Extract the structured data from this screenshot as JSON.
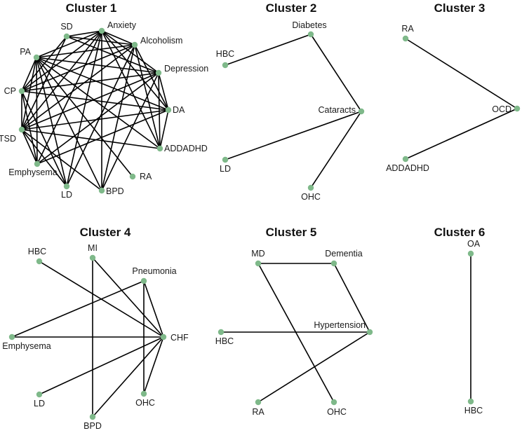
{
  "colors": {
    "node": "#7fb98a",
    "edge": "#000000",
    "text": "#111111"
  },
  "clusters": [
    {
      "title": "Cluster 1",
      "nodes": [
        "Anxiety",
        "SD",
        "Alcoholism",
        "PA",
        "Depression",
        "CP",
        "DA",
        "PTSD",
        "ADDADHD",
        "Emphysema",
        "RA",
        "LD",
        "BPD"
      ],
      "edges": [
        [
          "Anxiety",
          "SD"
        ],
        [
          "Anxiety",
          "Alcoholism"
        ],
        [
          "Anxiety",
          "PA"
        ],
        [
          "Anxiety",
          "Depression"
        ],
        [
          "Anxiety",
          "CP"
        ],
        [
          "Anxiety",
          "DA"
        ],
        [
          "Anxiety",
          "PTSD"
        ],
        [
          "Anxiety",
          "ADDADHD"
        ],
        [
          "Anxiety",
          "Emphysema"
        ],
        [
          "Anxiety",
          "LD"
        ],
        [
          "Anxiety",
          "BPD"
        ],
        [
          "SD",
          "Alcoholism"
        ],
        [
          "SD",
          "CP"
        ],
        [
          "SD",
          "PTSD"
        ],
        [
          "SD",
          "Depression"
        ],
        [
          "Alcoholism",
          "PA"
        ],
        [
          "Alcoholism",
          "CP"
        ],
        [
          "Alcoholism",
          "DA"
        ],
        [
          "Alcoholism",
          "PTSD"
        ],
        [
          "Alcoholism",
          "ADDADHD"
        ],
        [
          "Alcoholism",
          "BPD"
        ],
        [
          "Alcoholism",
          "LD"
        ],
        [
          "PA",
          "Depression"
        ],
        [
          "PA",
          "DA"
        ],
        [
          "PA",
          "PTSD"
        ],
        [
          "PA",
          "CP"
        ],
        [
          "PA",
          "Emphysema"
        ],
        [
          "PA",
          "BPD"
        ],
        [
          "PA",
          "LD"
        ],
        [
          "PA",
          "RA"
        ],
        [
          "PA",
          "ADDADHD"
        ],
        [
          "Depression",
          "CP"
        ],
        [
          "Depression",
          "PTSD"
        ],
        [
          "Depression",
          "DA"
        ],
        [
          "Depression",
          "BPD"
        ],
        [
          "Depression",
          "Emphysema"
        ],
        [
          "Depression",
          "ADDADHD"
        ],
        [
          "CP",
          "PTSD"
        ],
        [
          "CP",
          "DA"
        ],
        [
          "CP",
          "Emphysema"
        ],
        [
          "CP",
          "LD"
        ],
        [
          "DA",
          "PTSD"
        ],
        [
          "DA",
          "ADDADHD"
        ],
        [
          "DA",
          "Emphysema"
        ],
        [
          "PTSD",
          "ADDADHD"
        ],
        [
          "PTSD",
          "Emphysema"
        ],
        [
          "PTSD",
          "BPD"
        ],
        [
          "PTSD",
          "LD"
        ]
      ]
    },
    {
      "title": "Cluster 2",
      "nodes": [
        "Diabetes",
        "HBC",
        "Cataracts",
        "LD",
        "OHC"
      ],
      "edges": [
        [
          "Diabetes",
          "HBC"
        ],
        [
          "Diabetes",
          "Cataracts"
        ],
        [
          "Cataracts",
          "LD"
        ],
        [
          "Cataracts",
          "OHC"
        ]
      ]
    },
    {
      "title": "Cluster 3",
      "nodes": [
        "RA",
        "OCD",
        "ADDADHD"
      ],
      "edges": [
        [
          "RA",
          "OCD"
        ],
        [
          "OCD",
          "ADDADHD"
        ]
      ]
    },
    {
      "title": "Cluster 4",
      "nodes": [
        "MI",
        "HBC",
        "Pneumonia",
        "Emphysema",
        "CHF",
        "LD",
        "OHC",
        "BPD"
      ],
      "edges": [
        [
          "MI",
          "CHF"
        ],
        [
          "MI",
          "BPD"
        ],
        [
          "HBC",
          "CHF"
        ],
        [
          "Pneumonia",
          "Emphysema"
        ],
        [
          "Pneumonia",
          "OHC"
        ],
        [
          "Pneumonia",
          "CHF"
        ],
        [
          "Emphysema",
          "CHF"
        ],
        [
          "LD",
          "CHF"
        ],
        [
          "OHC",
          "CHF"
        ],
        [
          "BPD",
          "CHF"
        ]
      ]
    },
    {
      "title": "Cluster 5",
      "nodes": [
        "MD",
        "Dementia",
        "HBC",
        "Hypertension",
        "RA",
        "OHC"
      ],
      "edges": [
        [
          "MD",
          "Dementia"
        ],
        [
          "MD",
          "OHC"
        ],
        [
          "Dementia",
          "Hypertension"
        ],
        [
          "HBC",
          "Hypertension"
        ],
        [
          "RA",
          "Hypertension"
        ]
      ]
    },
    {
      "title": "Cluster 6",
      "nodes": [
        "OA",
        "HBC"
      ],
      "edges": [
        [
          "OA",
          "HBC"
        ]
      ]
    }
  ]
}
